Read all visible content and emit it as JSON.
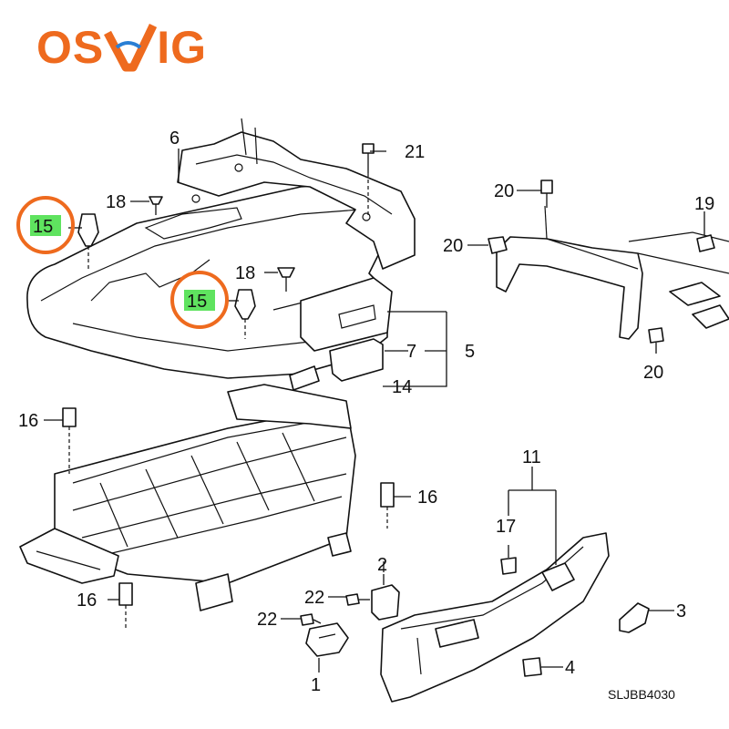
{
  "logo": {
    "part1": "OS",
    "part2": "IG",
    "brand_color": "#ee6a1e",
    "accent_color": "#2a7fd4"
  },
  "highlight": {
    "circle_color": "#ee6a1e",
    "fill_color": "#5fe35f"
  },
  "callouts": {
    "c1": "1",
    "c2": "2",
    "c3": "3",
    "c4": "4",
    "c5": "5",
    "c6": "6",
    "c7": "7",
    "c11": "11",
    "c14": "14",
    "c15a": "15",
    "c15b": "15",
    "c16a": "16",
    "c16b": "16",
    "c16c": "16",
    "c17": "17",
    "c18a": "18",
    "c18b": "18",
    "c19": "19",
    "c20a": "20",
    "c20b": "20",
    "c20c": "20",
    "c21": "21",
    "c22a": "22",
    "c22b": "22"
  },
  "diagram_code": "SLJBB4030"
}
